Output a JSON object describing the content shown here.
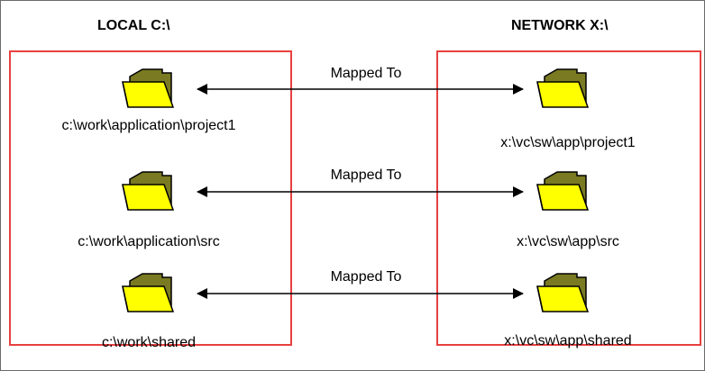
{
  "local": {
    "heading": "LOCAL C:\\",
    "folders": [
      {
        "path": "c:\\work\\application\\project1"
      },
      {
        "path": "c:\\work\\application\\src"
      },
      {
        "path": "c:\\work\\shared"
      }
    ]
  },
  "network": {
    "heading": "NETWORK X:\\",
    "folders": [
      {
        "path": "x:\\vc\\sw\\app\\project1"
      },
      {
        "path": "x:\\vc\\sw\\app\\src"
      },
      {
        "path": "x:\\vc\\sw\\app\\shared"
      }
    ]
  },
  "mappings": [
    {
      "label": "Mapped To"
    },
    {
      "label": "Mapped To"
    },
    {
      "label": "Mapped To"
    }
  ],
  "colors": {
    "panel_border": "#e84040",
    "folder_front": "#ffff00",
    "folder_back": "#7a7a22",
    "arrow": "#000000"
  }
}
